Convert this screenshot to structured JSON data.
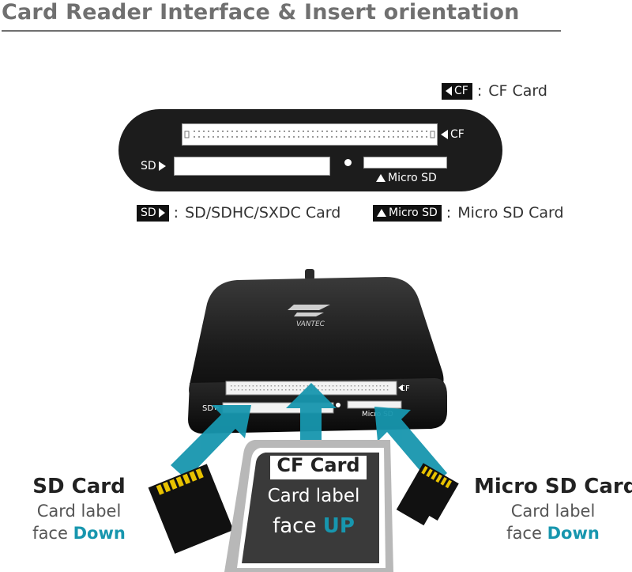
{
  "title": "Card Reader Interface & Insert orientation",
  "legend": {
    "cf": {
      "tag": "CF",
      "desc": "CF Card"
    },
    "sd": {
      "tag": "SD",
      "desc": "SD/SDHC/SXDC Card"
    },
    "micro": {
      "tag": "Micro SD",
      "desc": "Micro SD Card"
    },
    "colon": ":"
  },
  "reader_top": {
    "cf_label": "CF",
    "sd_label": "SD",
    "micro_label": "Micro SD"
  },
  "reader_photo": {
    "brand": "VANTEC",
    "cf_label": "CF",
    "sd_label": "SD",
    "micro_label": "Micro SD"
  },
  "sd_card": {
    "title": "SD Card",
    "line1": "Card label",
    "line2_prefix": "face",
    "line2_accent": "Down"
  },
  "cf_card": {
    "title": "CF Card",
    "line1": "Card label",
    "line2_prefix": "face",
    "line2_accent": "UP"
  },
  "micro_card": {
    "title": "Micro SD Card",
    "line1": "Card label",
    "line2_prefix": "face",
    "line2_accent": "Down"
  },
  "colors": {
    "accent": "#1796ae",
    "reader": "#1c1c1c",
    "title_gray": "#707070"
  }
}
